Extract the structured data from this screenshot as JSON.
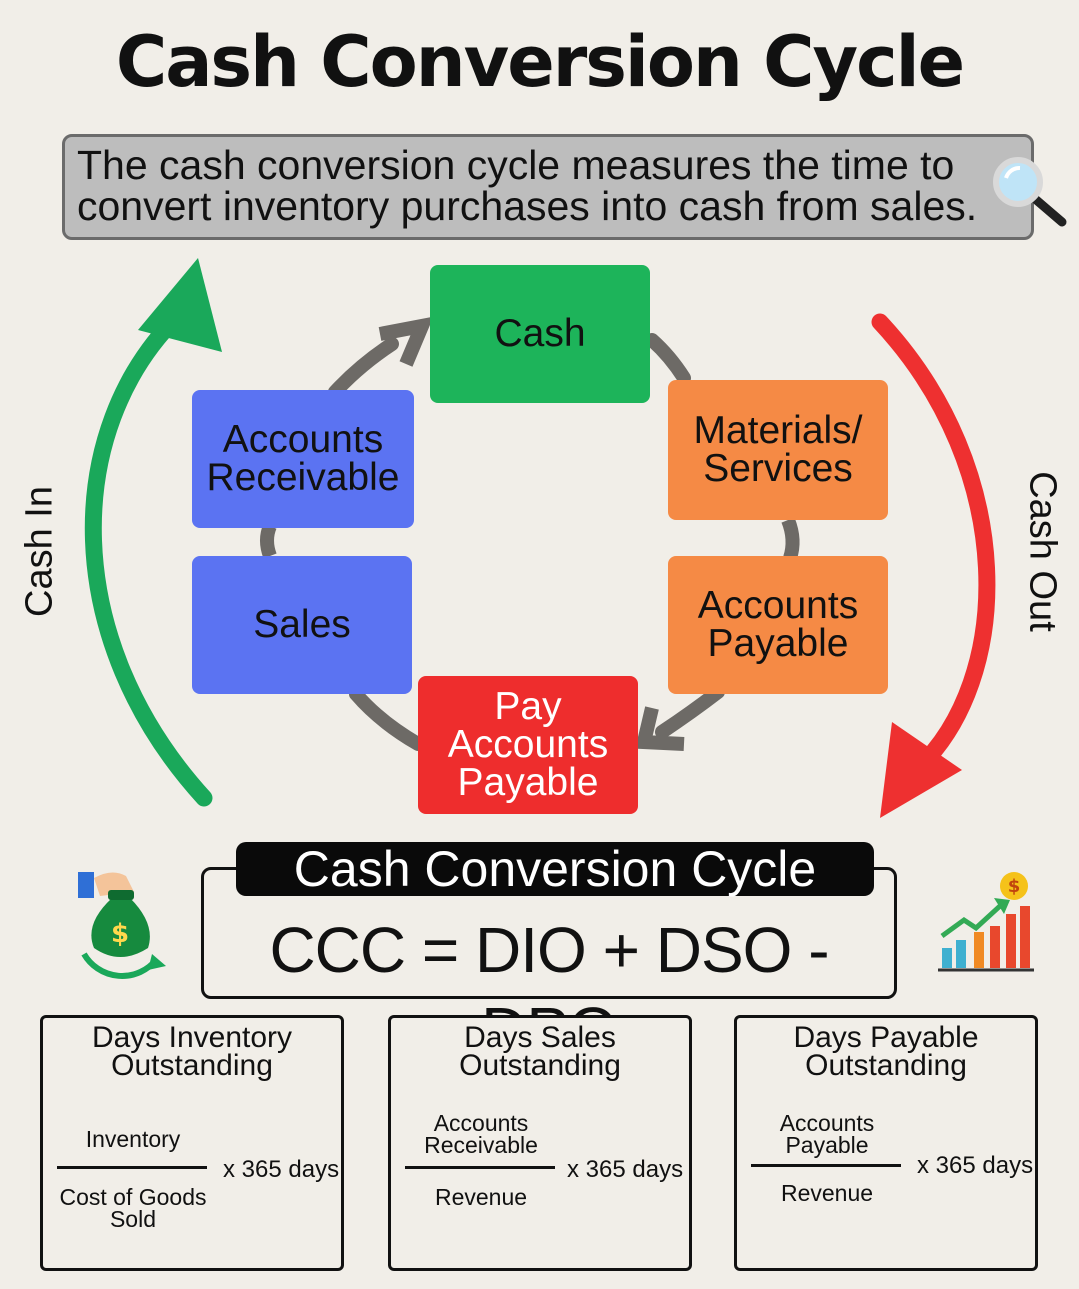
{
  "title": "Cash Conversion Cycle",
  "subtitle": {
    "line1": "The cash conversion cycle measures the time to",
    "line2": "convert inventory purchases into cash from sales."
  },
  "cycle": {
    "cash": "Cash",
    "materials": [
      "Materials/",
      "Services"
    ],
    "accounts_payable": [
      "Accounts",
      "Payable"
    ],
    "pay_accounts_payable": [
      "Pay",
      "Accounts",
      "Payable"
    ],
    "sales": "Sales",
    "accounts_receivable": [
      "Accounts",
      "Receivable"
    ]
  },
  "cash_in_label": "Cash In",
  "cash_out_label": "Cash Out",
  "formula": {
    "banner": "Cash Conversion Cycle",
    "equation": "CCC = DIO + DSO - DPO"
  },
  "metrics": [
    {
      "title": [
        "Days Inventory",
        "Outstanding"
      ],
      "numerator": [
        "Inventory"
      ],
      "denominator": [
        "Cost of Goods",
        "Sold"
      ],
      "multiplier": "x 365 days"
    },
    {
      "title": [
        "Days Sales",
        "Outstanding"
      ],
      "numerator": [
        "Accounts",
        "Receivable"
      ],
      "denominator": [
        "Revenue"
      ],
      "multiplier": "x 365 days"
    },
    {
      "title": [
        "Days Payable",
        "Outstanding"
      ],
      "numerator": [
        "Accounts",
        "Payable"
      ],
      "denominator": [
        "Revenue"
      ],
      "multiplier": "x 365 days"
    }
  ],
  "icons": {
    "magnifier": "magnifying-glass-icon",
    "money_bag": "money-bag-icon",
    "growth_chart": "growth-chart-icon",
    "dollar_symbol": "$"
  },
  "colors": {
    "cash": "#1db45a",
    "materials": "#f58a45",
    "receivable": "#5b73f2",
    "pay": "#ee2d2d",
    "cash_in_arrow": "#1aa85a",
    "cash_out_arrow": "#ee3030"
  }
}
